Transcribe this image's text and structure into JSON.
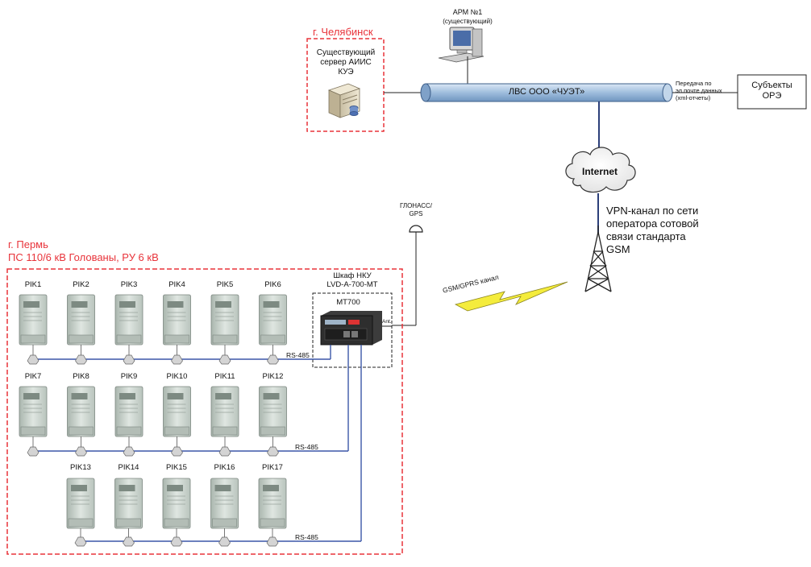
{
  "chelyabinsk": {
    "title": "г. Челябинск",
    "server_label": "Существующий сервер АИИС КУЭ"
  },
  "arm": {
    "label": "АРМ №1",
    "sub": "(существующий)"
  },
  "lan": {
    "label": "ЛВС ООО «ЧУЭТ»",
    "email_note": "Передача по эл.почте данных (xml-отчеты)"
  },
  "ore": {
    "label": "Субъекты ОРЭ"
  },
  "internet": {
    "label": "Internet"
  },
  "vpn": {
    "lines": [
      "VPN-канал по сети",
      "оператора  сотовой",
      "связи стандарта",
      "GSM"
    ]
  },
  "gsm_link": {
    "label": "GSM/GPRS канал"
  },
  "glonass": {
    "label_line1": "ГЛОНАСС/",
    "label_line2": "GPS"
  },
  "perm": {
    "title_line1": "г. Пермь",
    "title_line2": "ПС 110/6 кВ Голованы, РУ 6 кВ"
  },
  "cabinet": {
    "title_line1": "Шкаф НКУ",
    "title_line2": "LVD-A-700-MT",
    "device": "MT700",
    "ant": "Ant."
  },
  "buses": [
    "RS-485",
    "RS-485",
    "RS-485"
  ],
  "meters": {
    "row1": [
      "PIK1",
      "PIK2",
      "PIK3",
      "PIK4",
      "PIK5",
      "PIK6"
    ],
    "row2": [
      "PIK7",
      "PIK8",
      "PIK9",
      "PIK10",
      "PIK11",
      "PIK12"
    ],
    "row3": [
      "PIK13",
      "PIK14",
      "PIK15",
      "PIK16",
      "PIK17"
    ]
  },
  "colors": {
    "red_frame": "#e8333a",
    "bus_line": "#3c57a8",
    "lan_fill": "#a8c4e0",
    "meter_body": "#c9d2cc",
    "lightning": "#f4ec3c"
  }
}
